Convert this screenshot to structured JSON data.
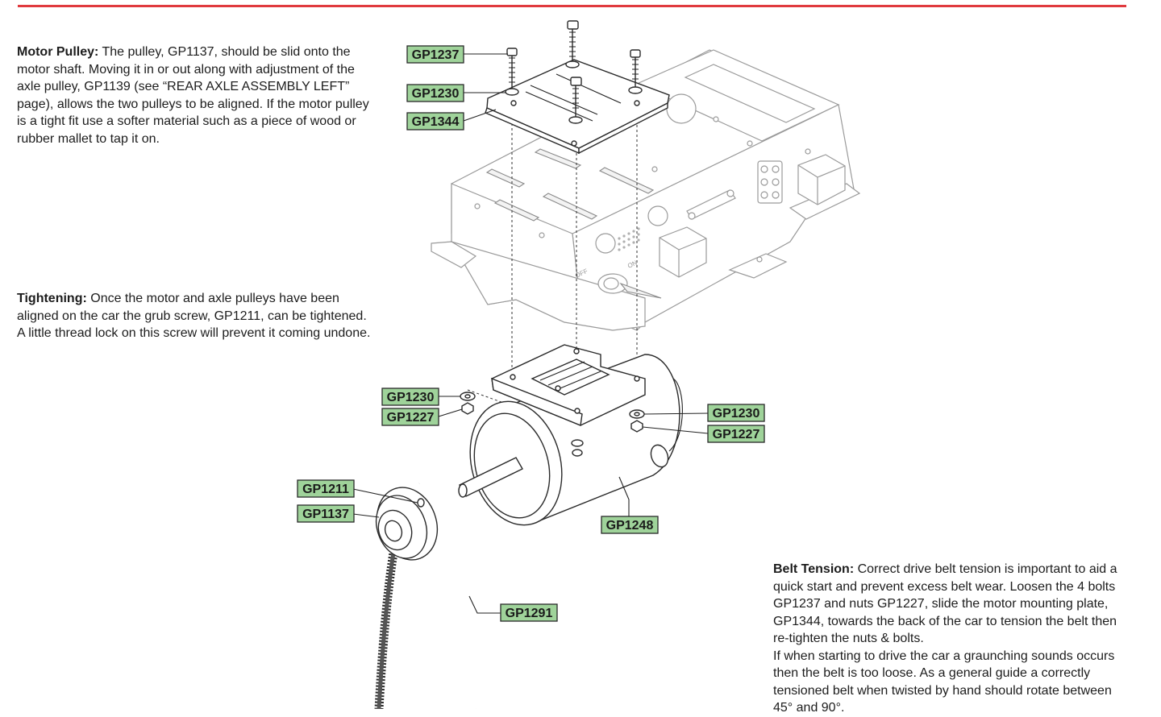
{
  "paragraphs": {
    "motor_pulley": {
      "heading": "Motor Pulley:",
      "body": " The pulley, GP1137, should be slid onto the motor shaft. Moving it in or out along with adjustment of the axle pulley, GP1139  (see “REAR AXLE ASSEMBLY LEFT” page), allows the two pulleys to be aligned. If the motor pulley is a tight fit use a softer material such as a piece of wood or rubber mallet to tap it on."
    },
    "tightening": {
      "heading": "Tightening:",
      "body": " Once the motor and axle pulleys have been aligned on the car the grub screw, GP1211, can be tightened. A little thread lock on this screw will prevent it coming undone."
    },
    "belt_tension": {
      "heading": "Belt Tension:",
      "body": " Correct drive belt tension is important to aid a quick start and prevent excess belt wear. Loosen the 4 bolts GP1237 and nuts GP1227, slide the motor mounting plate, GP1344, towards the back of the car to tension the belt then re-tighten the nuts & bolts.",
      "body2": "If when starting to drive the car a graunching sounds occurs then the belt is too loose. As a general guide a correctly tensioned belt when twisted by hand should rotate between 45° and 90°."
    }
  },
  "labels": {
    "gp1237": "GP1237",
    "gp1230_top": "GP1230",
    "gp1344": "GP1344",
    "gp1230_left": "GP1230",
    "gp1227_left": "GP1227",
    "gp1230_right": "GP1230",
    "gp1227_right": "GP1227",
    "gp1211": "GP1211",
    "gp1137": "GP1137",
    "gp1248": "GP1248",
    "gp1291": "GP1291"
  },
  "switch_labels": {
    "off": "OFF",
    "on": "ON"
  },
  "colors": {
    "accent_rule": "#e03a3e",
    "label_fill": "#9fd39a"
  }
}
